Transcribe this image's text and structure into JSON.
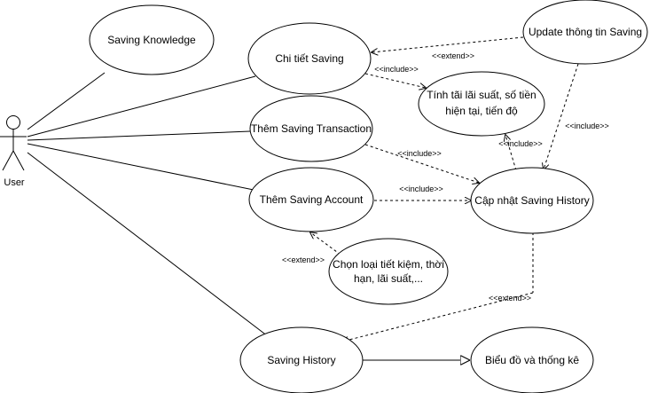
{
  "diagram": {
    "actor": {
      "label": "User"
    },
    "use_cases": {
      "saving_knowledge": [
        "Saving Knowledge"
      ],
      "chi_tiet_saving": [
        "Chi tiết Saving"
      ],
      "update_thong_tin": [
        "Update thông tin Saving"
      ],
      "tinh_lai": [
        "Tính tãi lãi suất, số tiền",
        "hiện tại, tiến độ"
      ],
      "them_transaction": [
        "Thêm Saving Transaction"
      ],
      "them_account": [
        "Thêm Saving Account"
      ],
      "cap_nhat_history": [
        "Cập nhật Saving History"
      ],
      "chon_loai": [
        "Chọn loại tiết kiệm, thời",
        "hạn, lãi suất,..."
      ],
      "saving_history": [
        "Saving History"
      ],
      "bieu_do": [
        "Biểu đồ và thống kê"
      ]
    },
    "relation_labels": {
      "extend_update_chitiet": "<<extend>>",
      "include_chitiet_tinh": "<<include>>",
      "include_capnhat_tinh": "<<include>>",
      "include_update_capnhat": "<<include>>",
      "include_transaction_capnhat": "<<include>>",
      "include_account_capnhat": "<<include>>",
      "extend_chon_account": "<<extend>>",
      "extend_capnhat_history": "<<extend>>"
    }
  }
}
